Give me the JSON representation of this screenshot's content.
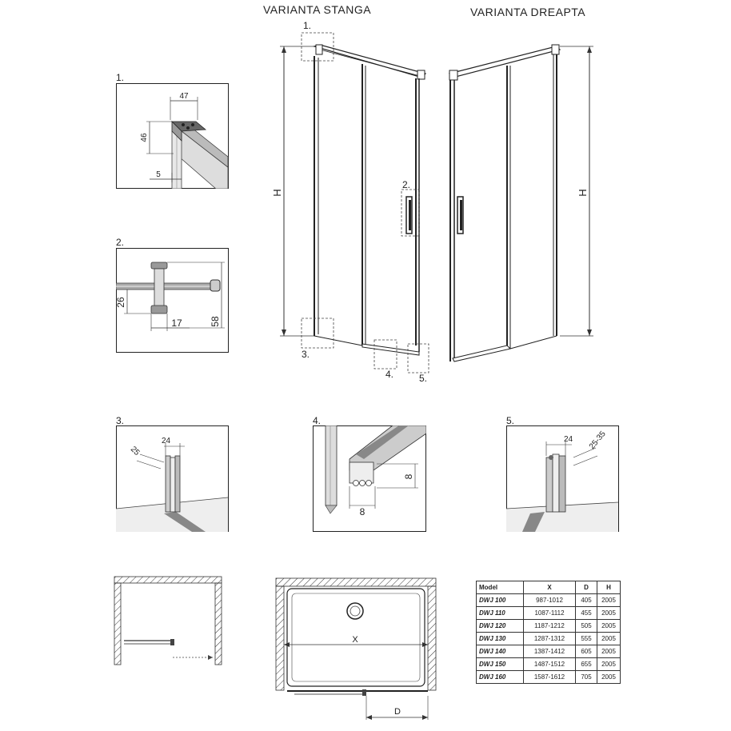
{
  "titles": {
    "left": "VARIANTA STANGA",
    "right": "VARIANTA DREAPTA"
  },
  "callouts": {
    "c1": "1.",
    "c2": "2.",
    "c3": "3.",
    "c4": "4.",
    "c5": "5."
  },
  "height_label": "H",
  "detail1": {
    "label": "1.",
    "d47": "47",
    "d46": "46",
    "d5": "5"
  },
  "detail2": {
    "label": "2.",
    "d26": "26",
    "d17": "17",
    "d58": "58"
  },
  "detail3": {
    "label": "3.",
    "d25": "25",
    "d24": "24"
  },
  "detail4": {
    "label": "4.",
    "d8a": "8",
    "d8b": "8"
  },
  "detail5": {
    "label": "5.",
    "d24": "24",
    "d2535": "25-35"
  },
  "plan": {
    "x_label": "X",
    "d_label": "D"
  },
  "table": {
    "headers": [
      "Model",
      "X",
      "D",
      "H"
    ],
    "rows": [
      [
        "DWJ 100",
        "987-1012",
        "405",
        "2005"
      ],
      [
        "DWJ 110",
        "1087-1112",
        "455",
        "2005"
      ],
      [
        "DWJ 120",
        "1187-1212",
        "505",
        "2005"
      ],
      [
        "DWJ 130",
        "1287-1312",
        "555",
        "2005"
      ],
      [
        "DWJ 140",
        "1387-1412",
        "605",
        "2005"
      ],
      [
        "DWJ 150",
        "1487-1512",
        "655",
        "2005"
      ],
      [
        "DWJ 160",
        "1587-1612",
        "705",
        "2005"
      ]
    ]
  }
}
